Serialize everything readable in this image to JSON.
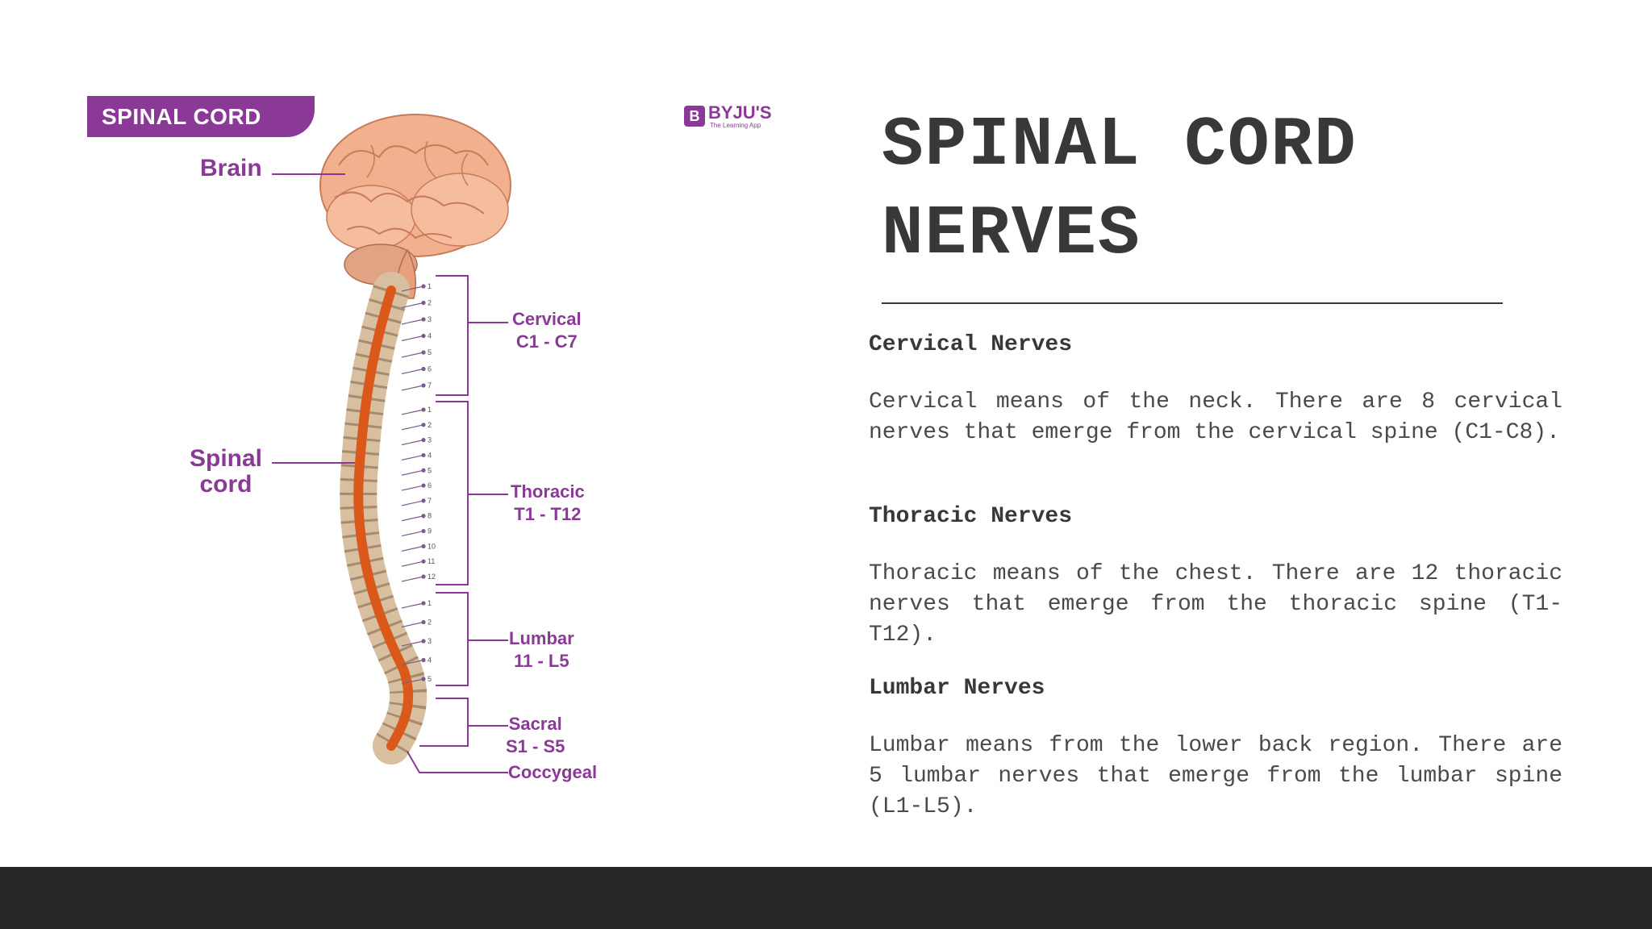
{
  "diagram": {
    "badge": "SPINAL CORD",
    "logo": {
      "name": "BYJU'S",
      "tagline": "The Learning App",
      "mark": "B"
    },
    "labels": {
      "brain": "Brain",
      "spinal_cord": [
        "Spinal",
        "cord"
      ],
      "cervical": [
        "Cervical",
        "C1 - C7"
      ],
      "thoracic": [
        "Thoracic",
        "T1 - T12"
      ],
      "lumbar": [
        "Lumbar",
        "11 - L5"
      ],
      "sacral": [
        "Sacral",
        "S1 - S5"
      ],
      "coccygeal": "Coccygeal"
    },
    "tick_numbers": {
      "cervical": [
        "1",
        "2",
        "3",
        "4",
        "5",
        "6",
        "7"
      ],
      "thoracic": [
        "1",
        "2",
        "3",
        "4",
        "5",
        "6",
        "7",
        "8",
        "9",
        "10",
        "11",
        "12"
      ],
      "lumbar": [
        "1",
        "2",
        "3",
        "4",
        "5"
      ]
    },
    "colors": {
      "accent": "#8a3a96",
      "cord": "#d9581a",
      "bone": "#d8bfa0",
      "brain": "#f2b08e"
    }
  },
  "title": {
    "line1": "SPINAL CORD",
    "line2": "NERVES"
  },
  "sections": [
    {
      "heading": "Cervical Nerves",
      "text": "Cervical means of the neck. There are 8 cervical nerves that emerge from the cervical spine (C1-C8)."
    },
    {
      "heading": "Thoracic Nerves",
      "text": "Thoracic means of the chest. There are 12 thoracic nerves that emerge from the thoracic spine (T1-T12)."
    },
    {
      "heading": "Lumbar Nerves",
      "text": "Lumbar means from the lower back region. There are 5 lumbar nerves that emerge from the lumbar spine (L1-L5)."
    }
  ]
}
